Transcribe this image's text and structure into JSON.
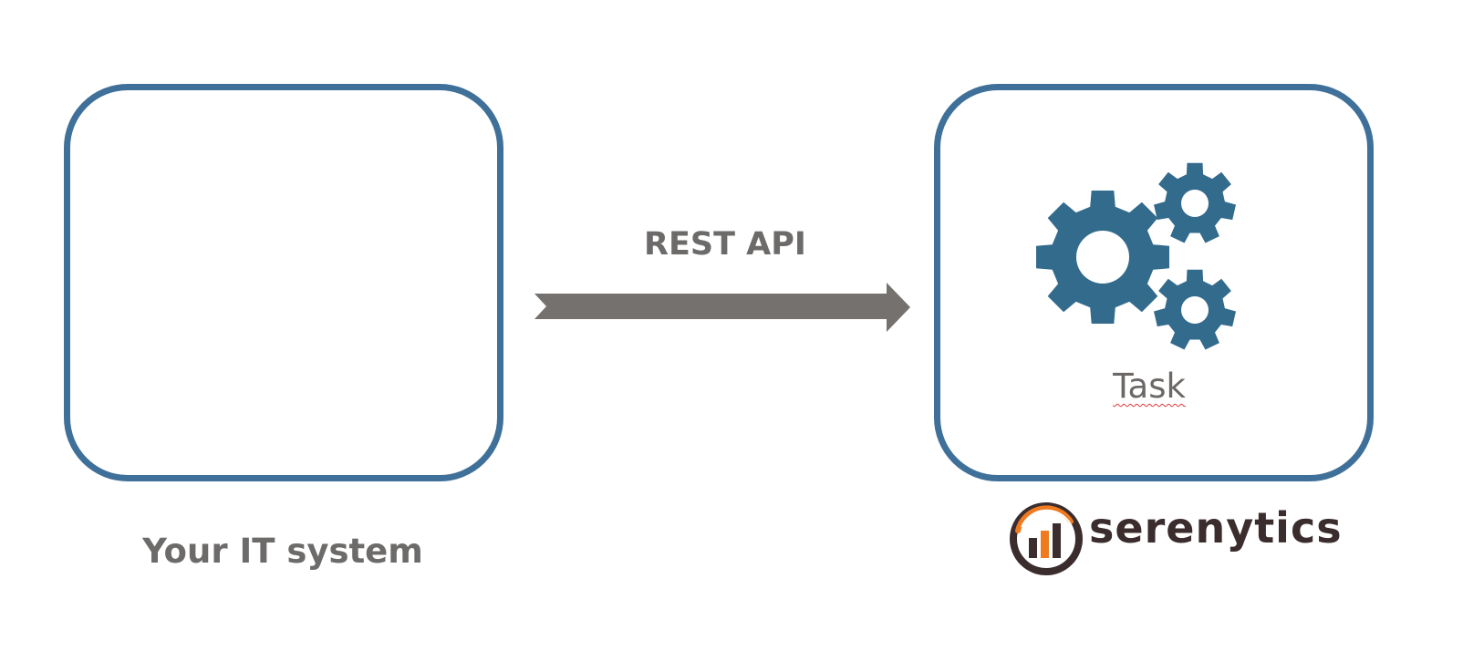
{
  "nodes": {
    "source": {
      "label": "Your IT system"
    },
    "target": {
      "label": "Task"
    }
  },
  "edge": {
    "label": "REST API"
  },
  "logo": {
    "wordmark": "serenytics"
  },
  "colors": {
    "box_border": "#3f7099",
    "gear": "#336b8d",
    "arrow": "#75716e",
    "text": "#6d6b6a",
    "logo_orange": "#f07a20",
    "logo_dark": "#3b2c2e"
  }
}
